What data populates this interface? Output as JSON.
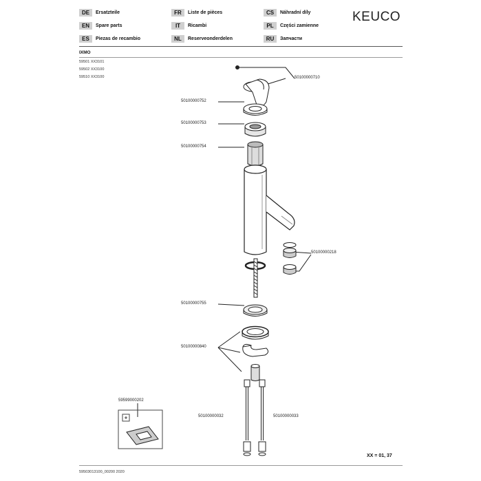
{
  "brand": "KEUCO",
  "languages": [
    {
      "code": "DE",
      "label": "Ersatzteile"
    },
    {
      "code": "EN",
      "label": "Spare parts"
    },
    {
      "code": "ES",
      "label": "Piezas de recambio"
    },
    {
      "code": "FR",
      "label": "Liste de pièces"
    },
    {
      "code": "IT",
      "label": "Ricambi"
    },
    {
      "code": "NL",
      "label": "Reserveonderdelen"
    },
    {
      "code": "CS",
      "label": "Náhradní díly"
    },
    {
      "code": "PL",
      "label": "Części zamienne"
    },
    {
      "code": "RU",
      "label": "Запчасти"
    }
  ],
  "model": "IXMO",
  "article_numbers": [
    "59501 XX3101",
    "59502 XX3100",
    "59510 XX3100"
  ],
  "parts": {
    "lever": "50100000710",
    "cover_ring": "50100000752",
    "cartridge_nut": "50100000753",
    "cartridge": "50100000754",
    "aerator": "50100000218",
    "base_gasket": "50100000755",
    "mounting_set": "50100000840",
    "hose_left": "50100000032",
    "hose_right": "50100000033",
    "template": "59599000202"
  },
  "footer_code": "59503013100_00200 2020",
  "page_ref": "XX = 01, 37"
}
